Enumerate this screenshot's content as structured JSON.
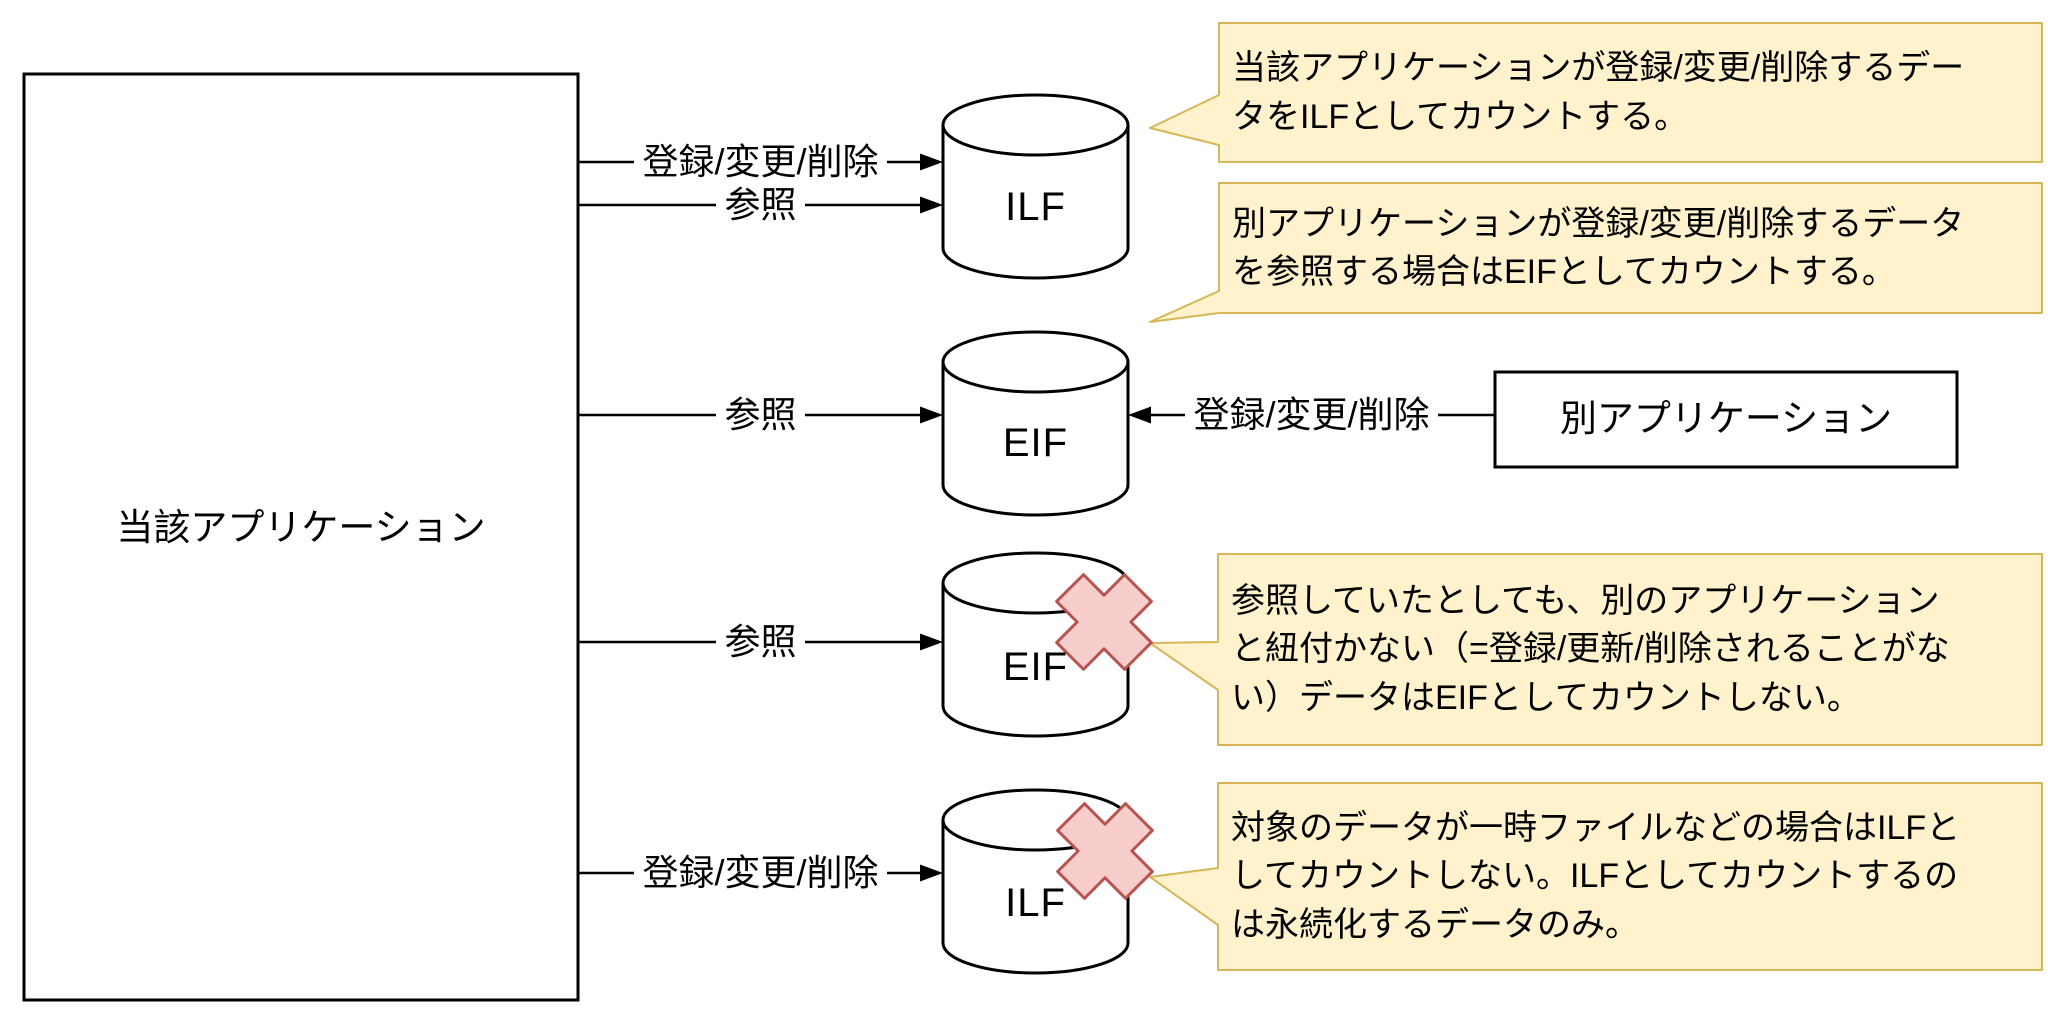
{
  "diagram": {
    "main_app_label": "当該アプリケーション",
    "other_app_label": "別アプリケーション",
    "datastores": [
      {
        "label": "ILF",
        "crossed": false
      },
      {
        "label": "EIF",
        "crossed": false
      },
      {
        "label": "EIF",
        "crossed": true
      },
      {
        "label": "ILF",
        "crossed": true
      }
    ],
    "edge_labels": {
      "row1_top": "登録/変更/削除",
      "row1_bottom": "参照",
      "row2_left": "参照",
      "row2_right": "登録/変更/削除",
      "row3": "参照",
      "row4": "登録/変更/削除"
    },
    "callouts": [
      {
        "text": "当該アプリケーションが登録/変更/削除するデー\nタをILFとしてカウントする。"
      },
      {
        "text": "別アプリケーションが登録/変更/削除するデータ\nを参照する場合はEIFとしてカウントする。"
      },
      {
        "text": "参照していたとしても、別のアプリケーション\nと紐付かない（=登録/更新/削除されることがな\nい）データはEIFとしてカウントしない。"
      },
      {
        "text": "対象のデータが一時ファイルなどの場合はILFと\nしてカウントしない。ILFとしてカウントするの\nは永続化するデータのみ。"
      }
    ],
    "colors": {
      "background": "#FFFFFF",
      "shape_fill": "#FFFFFF",
      "line": "#000000",
      "callout_fill": "#FFF2CC",
      "callout_border": "#D6B656",
      "cross_fill": "#F8CECC",
      "cross_border": "#B85450"
    }
  }
}
